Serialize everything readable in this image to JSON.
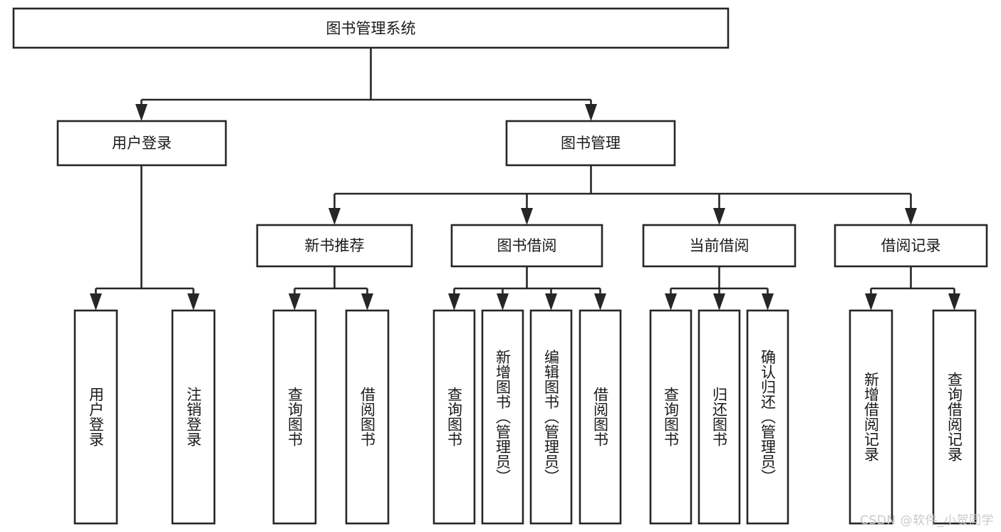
{
  "diagram": {
    "title": "图书管理系统",
    "type": "tree",
    "watermark": "CSDN @软件_小贺同学",
    "colors": {
      "stroke": "#262626",
      "fill": "#ffffff",
      "text": "#1a1a1a",
      "watermark": "#c9c9c9"
    },
    "levels": {
      "root": "图书管理系统",
      "level2": [
        "用户登录",
        "图书管理"
      ],
      "level3": [
        "新书推荐",
        "图书借阅",
        "当前借阅",
        "借阅记录"
      ],
      "level4_groups": [
        {
          "parent": "用户登录",
          "items": [
            "用户登录",
            "注销登录"
          ]
        },
        {
          "parent": "新书推荐",
          "items": [
            "查询图书",
            "借阅图书"
          ]
        },
        {
          "parent": "图书借阅",
          "items": [
            "查询图书",
            "新增图书（管理员）",
            "编辑图书（管理员）",
            "借阅图书"
          ]
        },
        {
          "parent": "当前借阅",
          "items": [
            "查询图书",
            "归还图书",
            "确认归还（管理员）"
          ]
        },
        {
          "parent": "借阅记录",
          "items": [
            "新增借阅记录",
            "查询借阅记录"
          ]
        }
      ]
    },
    "nodes": {
      "root": {
        "label": "图书管理系统"
      },
      "user_login": {
        "label": "用户登录"
      },
      "book_manage": {
        "label": "图书管理"
      },
      "new_book_rec": {
        "label": "新书推荐"
      },
      "book_borrow": {
        "label": "图书借阅"
      },
      "current_borrow": {
        "label": "当前借阅"
      },
      "borrow_record": {
        "label": "借阅记录"
      },
      "leaf_user_login": {
        "label": "用户登录"
      },
      "leaf_logout": {
        "label": "注销登录"
      },
      "leaf_query_book_a": {
        "label": "查询图书"
      },
      "leaf_borrow_book_a": {
        "label": "借阅图书"
      },
      "leaf_query_book_b": {
        "label": "查询图书"
      },
      "leaf_add_book": {
        "label": "新增图书（管理员）"
      },
      "leaf_edit_book": {
        "label": "编辑图书（管理员）"
      },
      "leaf_borrow_book_b": {
        "label": "借阅图书"
      },
      "leaf_query_book_c": {
        "label": "查询图书"
      },
      "leaf_return_book": {
        "label": "归还图书"
      },
      "leaf_confirm_return": {
        "label": "确认归还（管理员）"
      },
      "leaf_add_record": {
        "label": "新增借阅记录"
      },
      "leaf_query_record": {
        "label": "查询借阅记录"
      }
    }
  }
}
